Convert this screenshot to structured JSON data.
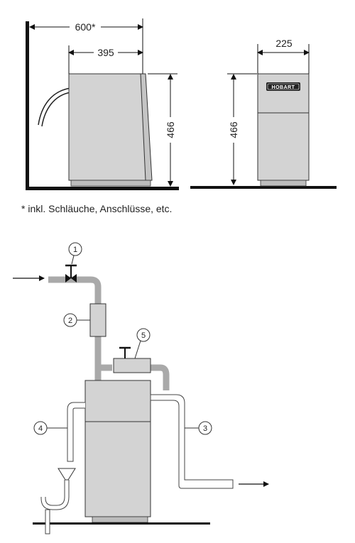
{
  "dimensions": {
    "total_depth": "600*",
    "body_depth": "395",
    "height_side": "466",
    "width_front": "225",
    "height_front": "466"
  },
  "brand_label": "HOBART",
  "footnote": "* inkl. Schläuche, Anschlüsse, etc.",
  "callouts": [
    "1",
    "2",
    "3",
    "4",
    "5"
  ],
  "colors": {
    "unit_fill": "#d3d3d3",
    "pipe_gray": "#a9a9a9",
    "line_black": "#111111"
  }
}
